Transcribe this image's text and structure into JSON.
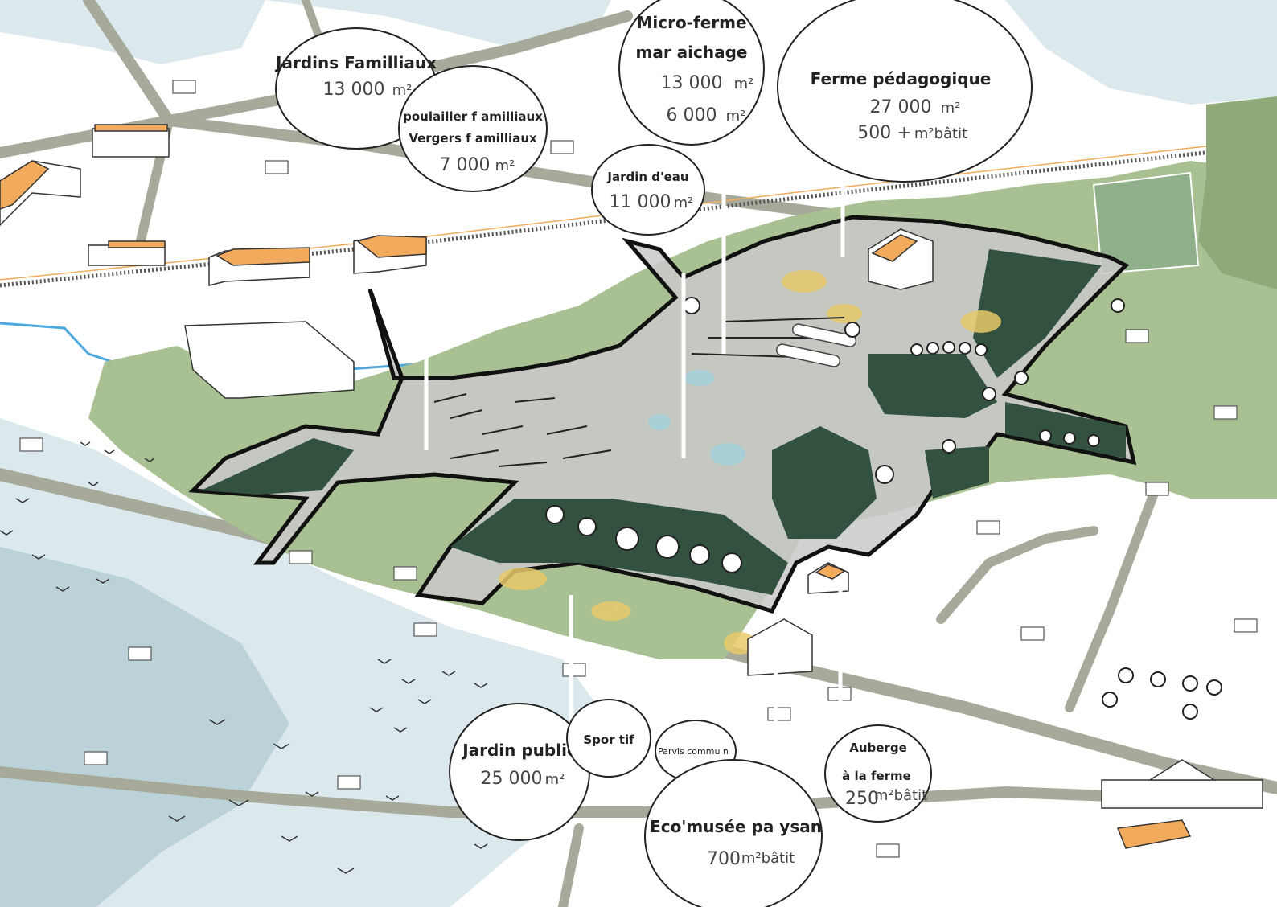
{
  "colors": {
    "water_area": "#dbe8ec",
    "water_area_dark": "#bcd2d9",
    "river": "#4da8dd",
    "road": "#a7aa9a",
    "meadow_light": "#a9c192",
    "meadow": "#8faa78",
    "field_dark": "#33513f",
    "paved": "#c9c9c9",
    "roof": "#f2aa5c",
    "boundary": "#111111",
    "bubble_fill": "#ffffff",
    "bubble_stroke": "#222222"
  },
  "labels": {
    "jardins_familliaux": {
      "title": "Jardins Familliaux",
      "value": "13 000",
      "unit": "m²"
    },
    "poulailler": {
      "line1": "poulailler f  amilliaux",
      "line2": "Vergers f amilliaux",
      "value": "7 000",
      "unit": "m²"
    },
    "micro_ferme": {
      "line1": "Micro-ferme",
      "line2": "mar aichage",
      "value1": "13 000",
      "value2": "6 000",
      "unit": "m²"
    },
    "ferme_pedagogique": {
      "title": "Ferme pédagogique",
      "value1": "27 000",
      "unit1": "m²",
      "value2": "500 +",
      "unit2": "m²bâtit"
    },
    "jardin_eau": {
      "title": "Jardin d'eau",
      "value": "11 000",
      "unit": "m²"
    },
    "jardin_public": {
      "title": "Jardin public",
      "value": "25 000",
      "unit": "m²"
    },
    "sportif": {
      "title": "Spor tif"
    },
    "parvis": {
      "title": "Parvis commu n"
    },
    "eco_musee": {
      "title": "Eco'musée pa  ysan",
      "value": "700",
      "unit": "m²bâtit"
    },
    "auberge": {
      "line1": "Auberge",
      "line2": "à la ferme",
      "value": "250",
      "unit": "m²bâtit"
    }
  }
}
